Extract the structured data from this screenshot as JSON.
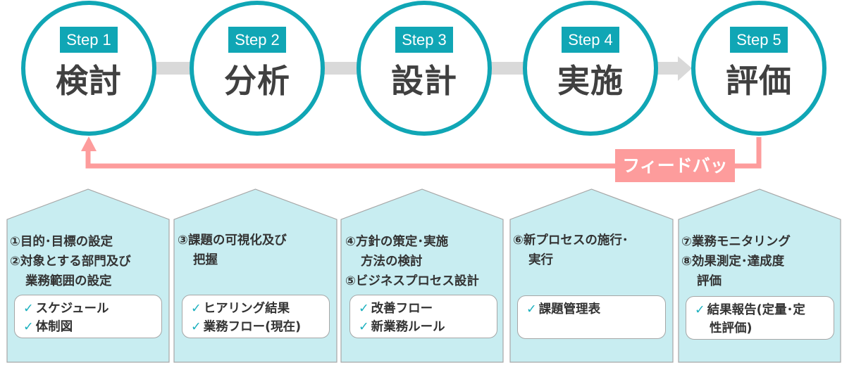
{
  "steps": [
    {
      "label": "Step 1",
      "title": "検討"
    },
    {
      "label": "Step 2",
      "title": "分析"
    },
    {
      "label": "Step 3",
      "title": "設計"
    },
    {
      "label": "Step 4",
      "title": "実施"
    },
    {
      "label": "Step 5",
      "title": "評価"
    }
  ],
  "feedback": "フィードバック",
  "columns": [
    {
      "tasks": [
        "①目的･目標の設定",
        "②対象とする部門及び",
        "業務範囲の設定"
      ],
      "outputs": [
        "スケジュール",
        "体制図"
      ]
    },
    {
      "tasks": [
        "③課題の可視化及び",
        "把握"
      ],
      "outputs": [
        "ヒアリング結果",
        "業務フロー(現在)"
      ]
    },
    {
      "tasks": [
        "④方針の策定･実施",
        "方法の検討",
        "⑤ビジネスプロセス設計"
      ],
      "outputs": [
        "改善フロー",
        "新業務ルール"
      ]
    },
    {
      "tasks": [
        "⑥新プロセスの施行･",
        "実行"
      ],
      "outputs": [
        "課題管理表"
      ]
    },
    {
      "tasks": [
        "⑦業務モニタリング",
        "⑧効果測定･達成度",
        "評価"
      ],
      "outputs": [
        "結果報告(定量･定",
        "性評価)"
      ]
    }
  ],
  "colors": {
    "teal": "#10A6B5",
    "pink": "#FD9C9C",
    "house": "#C8EDF1",
    "gray": "#D9D9D9"
  }
}
